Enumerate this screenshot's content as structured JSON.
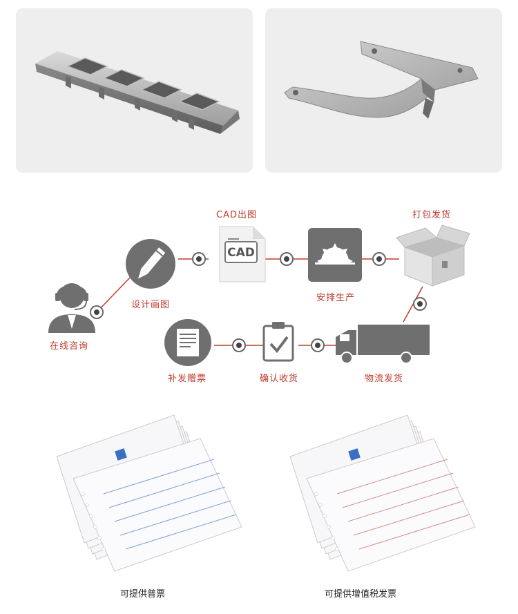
{
  "process": {
    "steps": {
      "consult": "在线咨询",
      "design": "设计画图",
      "cad": "CAD出图",
      "cad_badge": "CAD",
      "produce": "安排生产",
      "pack": "打包发货",
      "ship": "物流发货",
      "confirm": "确认收货",
      "invoice": "补发赠票"
    },
    "accent_color": "#c0392b",
    "icon_color": "#6f6f6f"
  },
  "invoices": {
    "regular_caption": "可提供普票",
    "vat_caption": "可提供增值税发票"
  }
}
